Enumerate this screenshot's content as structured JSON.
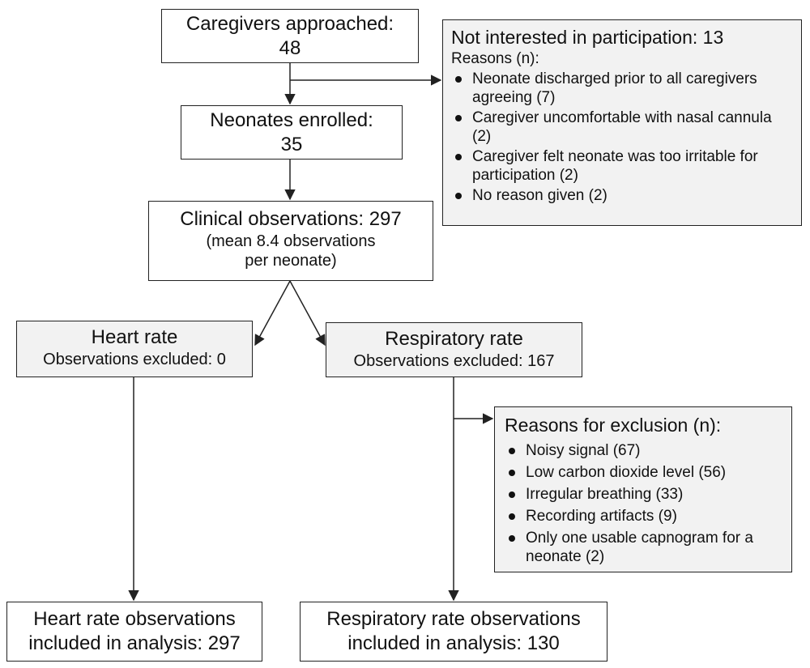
{
  "approached": {
    "title": "Caregivers approached:",
    "count": "48"
  },
  "not_interested": {
    "title": "Not interested in participation: 13",
    "subtitle": "Reasons (n):",
    "reasons": [
      "Neonate discharged prior to all caregivers agreeing (7)",
      "Caregiver uncomfortable with nasal cannula (2)",
      "Caregiver felt neonate was too irritable for participation (2)",
      "No reason given (2)"
    ]
  },
  "enrolled": {
    "title": "Neonates enrolled:",
    "count": "35"
  },
  "clinical": {
    "title": "Clinical observations: 297",
    "note_mean": "(mean 8.4 observations",
    "note_per": "per neonate)"
  },
  "heart": {
    "title": "Heart rate",
    "excluded": "Observations excluded: 0"
  },
  "resp": {
    "title": "Respiratory rate",
    "excluded": "Observations excluded: 167"
  },
  "exclusion": {
    "title": "Reasons for exclusion (n):",
    "reasons": [
      "Noisy signal (67)",
      "Low carbon dioxide level (56)",
      "Irregular breathing (33)",
      "Recording artifacts (9)",
      "Only one usable capnogram for a neonate (2)"
    ]
  },
  "heart_final": {
    "line1": "Heart rate observations",
    "line2": "included in analysis: 297"
  },
  "resp_final": {
    "line1": "Respiratory rate observations",
    "line2": "included in analysis: 130"
  },
  "colors": {
    "line": "#222222",
    "shaded_fill": "#f2f2f2"
  }
}
